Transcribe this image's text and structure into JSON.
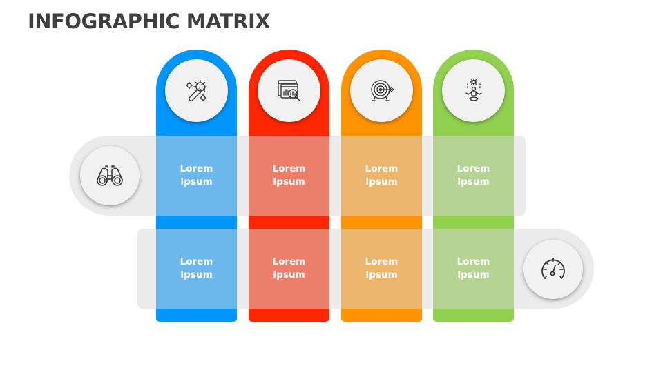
{
  "title": "INFOGRAPHIC MATRIX",
  "colors": {
    "blue": "#0096FF",
    "red": "#FF2600",
    "orange": "#FF9300",
    "green": "#92D050",
    "band": "#EBEBEB",
    "circle": "#F1F1F1",
    "title": "#404040"
  },
  "columns": [
    {
      "name": "blue",
      "icon": "wrench-gears-icon"
    },
    {
      "name": "red",
      "icon": "data-analysis-icon"
    },
    {
      "name": "orange",
      "icon": "target-arrow-icon"
    },
    {
      "name": "green",
      "icon": "meditation-gear-icon"
    }
  ],
  "rows": [
    {
      "icon": "binoculars-icon",
      "cells": [
        {
          "line1": "Lorem",
          "line2": "Ipsum"
        },
        {
          "line1": "Lorem",
          "line2": "Ipsum"
        },
        {
          "line1": "Lorem",
          "line2": "Ipsum"
        },
        {
          "line1": "Lorem",
          "line2": "Ipsum"
        }
      ]
    },
    {
      "icon": "speedometer-icon",
      "cells": [
        {
          "line1": "Lorem",
          "line2": "Ipsum"
        },
        {
          "line1": "Lorem",
          "line2": "Ipsum"
        },
        {
          "line1": "Lorem",
          "line2": "Ipsum"
        },
        {
          "line1": "Lorem",
          "line2": "Ipsum"
        }
      ]
    }
  ]
}
